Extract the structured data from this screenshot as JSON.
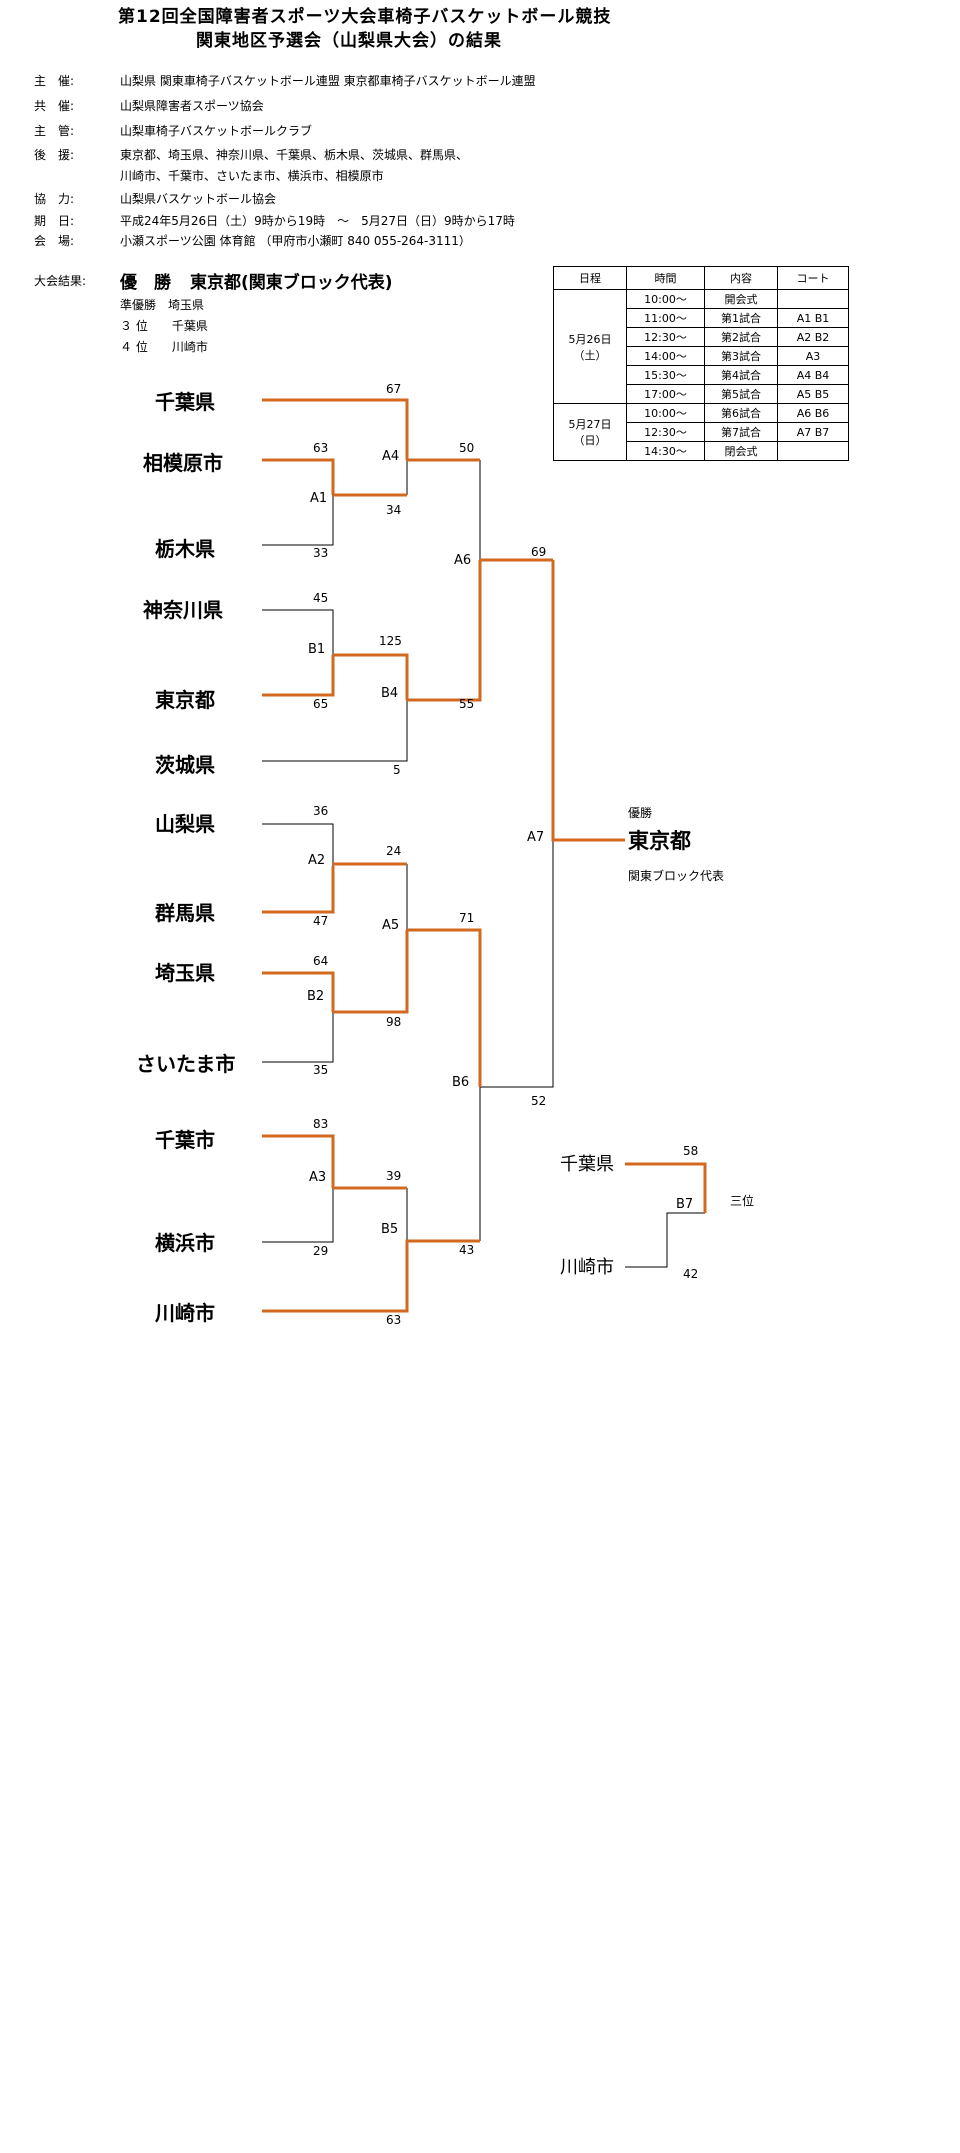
{
  "title": {
    "line1": "第12回全国障害者スポーツ大会車椅子バスケットボール競技",
    "line2": "関東地区予選会（山梨県大会）の結果"
  },
  "info": [
    {
      "label": "主　催:",
      "value": "山梨県  関東車椅子バスケットボール連盟  東京都車椅子バスケットボール連盟"
    },
    {
      "label": "共　催:",
      "value": "山梨県障害者スポーツ協会"
    },
    {
      "label": "主　管:",
      "value": "山梨車椅子バスケットボールクラブ"
    },
    {
      "label": "後　援:",
      "value": "東京都、埼玉県、神奈川県、千葉県、栃木県、茨城県、群馬県、",
      "value2": "川崎市、千葉市、さいたま市、横浜市、相模原市"
    },
    {
      "label": "協　力:",
      "value": "山梨県バスケットボール協会"
    },
    {
      "label": "期　日:",
      "value": "平成24年5月26日（土）9時から19時　～　5月27日（日）9時から17時"
    },
    {
      "label": "会　場:",
      "value": "小瀬スポーツ公園  体育館  （甲府市小瀬町 840  055-264-3111）"
    }
  ],
  "results": {
    "label": "大会結果:",
    "champion_label": "優　勝",
    "champion": "東京都(関東ブロック代表)",
    "runner_up": "準優勝　埼玉県",
    "third": "３ 位　　千葉県",
    "fourth": "４ 位　　川崎市"
  },
  "schedule": {
    "headers": [
      "日程",
      "時間",
      "内容",
      "コート"
    ],
    "day1": "5月26日\n（土）",
    "day2": "5月27日\n（日）",
    "rows": [
      {
        "time": "10:00～",
        "content": "開会式",
        "court": ""
      },
      {
        "time": "11:00～",
        "content": "第1試合",
        "court": "A1  B1"
      },
      {
        "time": "12:30～",
        "content": "第2試合",
        "court": "A2  B2"
      },
      {
        "time": "14:00～",
        "content": "第3試合",
        "court": "A3"
      },
      {
        "time": "15:30～",
        "content": "第4試合",
        "court": "A4  B4"
      },
      {
        "time": "17:00～",
        "content": "第5試合",
        "court": "A5  B5"
      },
      {
        "time": "10:00～",
        "content": "第6試合",
        "court": "A6  B6"
      },
      {
        "time": "12:30～",
        "content": "第7試合",
        "court": "A7  B7"
      },
      {
        "time": "14:30～",
        "content": "閉会式",
        "court": ""
      }
    ]
  },
  "teams": [
    "千葉県",
    "相模原市",
    "栃木県",
    "神奈川県",
    "東京都",
    "茨城県",
    "山梨県",
    "群馬県",
    "埼玉県",
    "さいたま市",
    "千葉市",
    "横浜市",
    "川崎市"
  ],
  "games": {
    "A1": "A1",
    "A2": "A2",
    "A3": "A3",
    "A4": "A4",
    "A5": "A5",
    "A6": "A6",
    "A7": "A7",
    "B1": "B1",
    "B2": "B2",
    "B4": "B4",
    "B5": "B5",
    "B6": "B6",
    "B7": "B7"
  },
  "scores": {
    "a4_top": "67",
    "a1_top": "63",
    "a1_bot": "33",
    "a4_bot": "34",
    "a6_top": "50",
    "b1_top": "45",
    "b4_top": "125",
    "b1_bot": "65",
    "a6_bot": "55",
    "b4_bot": "5",
    "a7_top": "69",
    "a2_top": "36",
    "a5_top": "24",
    "a2_bot": "47",
    "b2_top": "64",
    "a5_bot": "98",
    "b2_bot": "35",
    "b6_top": "71",
    "a3_top": "83",
    "b5_top": "39",
    "a3_bot": "29",
    "b5_bot": "43",
    "b5_bot2": "63",
    "a7_bot": "52",
    "b7_top": "58",
    "b7_bot": "42"
  },
  "final": {
    "label": "優勝",
    "winner": "東京都",
    "note": "関東ブロック代表"
  },
  "third_place": {
    "team1": "千葉県",
    "team2": "川崎市",
    "label": "三位"
  },
  "colors": {
    "winner_line": "#d2691e",
    "line": "#000000"
  }
}
